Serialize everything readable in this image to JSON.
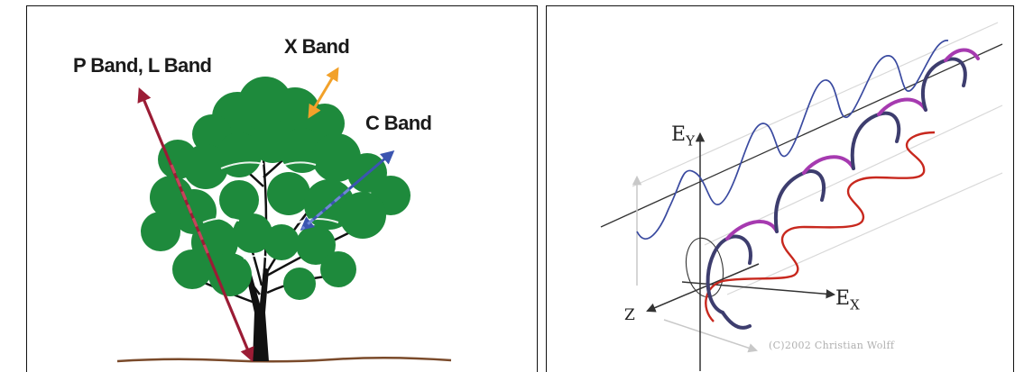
{
  "left_diagram": {
    "labels": {
      "p_l_band": "P Band, L Band",
      "x_band": "X Band",
      "c_band": "C Band"
    },
    "colors": {
      "p_l_band_arrow": "#9b1c35",
      "x_band_arrow": "#f2a12a",
      "c_band_arrow": "#3b55b0",
      "foliage": "#1e8a3c",
      "trunk": "#111111",
      "ground": "#7a4a2a"
    }
  },
  "right_diagram": {
    "axis_labels": {
      "ey_main": "E",
      "ey_sub": "Y",
      "ex_main": "E",
      "ex_sub": "X",
      "z": "Z"
    },
    "copyright": "(C)2002 Christian Wolff",
    "colors": {
      "ey_wave": "#3a4aa0",
      "ex_wave": "#c8281e",
      "helix": "#3d3d6e",
      "helix_highlight": "#a63ab0"
    }
  }
}
